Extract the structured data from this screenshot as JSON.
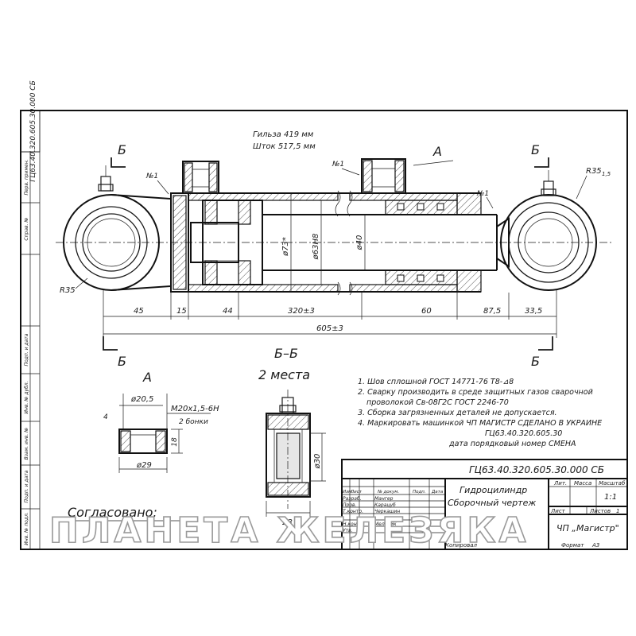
{
  "drawing": {
    "designation": "ГЦ63.40.320.605.30.000 СБ",
    "designation_rotated": "ГЦ63.40.320.605.30.000 СБ",
    "side_labels": [
      "Перв. примен.",
      "Справ. №",
      "Подп. и дата",
      "Инв. № дубл.",
      "Взам. инв. №",
      "Подп. и дата",
      "Инв. № подл."
    ],
    "barrel_note": "Гильза 419 мм",
    "rod_note": "Шток 517,5 мм",
    "section_letters": {
      "left_top": "Б",
      "right_top": "Б",
      "left_bottom": "Б",
      "right_bottom": "Б"
    },
    "view_a_letter": "А",
    "weld_marks": [
      "№1",
      "№1",
      "№1"
    ],
    "radius_left": "R35",
    "radius_right": "R35",
    "radius_right_sub": "1,5",
    "diameters": {
      "d73": "ø73*",
      "d63": "ø63H8",
      "d40": "ø40"
    },
    "dims_bottom": [
      "45",
      "15",
      "44",
      "320±3",
      "60",
      "87,5",
      "33,5"
    ],
    "dim_total": "605±3"
  },
  "section_bb": {
    "title": "Б–Б",
    "subtitle": "2 места",
    "dim_d30": "ø30",
    "dim_28": "28"
  },
  "view_a": {
    "title": "А",
    "dim_d205": "ø20,5",
    "thread": "М20х1,5-6Н",
    "thread_note": "2 бонки",
    "dim_4": "4",
    "dim_18": "18",
    "dim_d29": "ø29"
  },
  "notes": [
    "1. Шов сплошной ГОСТ 14771-76 Т8-⊿8",
    "2. Сварку производить в среде защитных газов сварочной",
    "проволокой Св-08Г2С ГОСТ 2246-70",
    "3. Сборка загрязненных деталей не допускается.",
    "4. Маркировать машинкой ЧП МАГИСТР СДЕЛАНО В УКРАИНЕ",
    "ГЦ63.40.320.605.30",
    "дата порядковый номер СМЕНА"
  ],
  "title_block": {
    "designation": "ГЦ63.40.320.605.30.000 СБ",
    "name_line1": "Гидроцилиндр",
    "name_line2": "Сборочный чертеж",
    "hdr_lit": "Лит.",
    "hdr_mass": "Масса",
    "hdr_scale": "Масштаб",
    "scale": "1:1",
    "hdr_sheet": "Лист",
    "hdr_sheets": "Листов",
    "sheets_count": "1",
    "company": "ЧП „Магистр\"",
    "col_headers": [
      "Изм.",
      "Лист",
      "№ докум.",
      "Подп.",
      "Дата"
    ],
    "rows": [
      {
        "role": "Разраб.",
        "name": "Мангер"
      },
      {
        "role": "Пров.",
        "name": "Карацуб"
      },
      {
        "role": "Т.контр.",
        "name": "Черкашин"
      },
      {
        "role": "",
        "name": ""
      },
      {
        "role": "Н.контр.",
        "name": "Мельник"
      },
      {
        "role": "Утв.",
        "name": ""
      }
    ],
    "copied": "Копировал",
    "format_label": "Формат",
    "format": "A3"
  },
  "approval": "Согласовано:",
  "watermark": "ПЛАНЕТА ЖЕЛЕЗЯКА"
}
